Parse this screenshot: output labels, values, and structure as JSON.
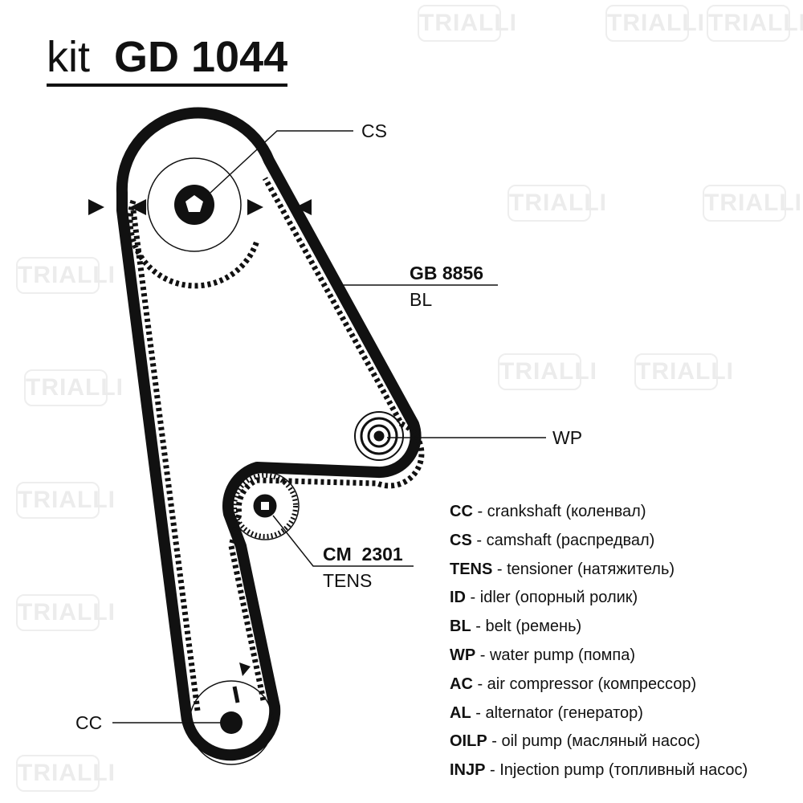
{
  "title": {
    "prefix": "kit",
    "code": "GD 1044"
  },
  "watermark": "TRIALLI",
  "labels": {
    "cs": "CS",
    "wp": "WP",
    "cc": "CC",
    "belt_code": "GB 8856",
    "belt_type": "BL",
    "tens_code": "CM  2301",
    "tens_type": "TENS"
  },
  "legend": [
    {
      "abbr": "CC",
      "text": " - crankshaft (коленвал)"
    },
    {
      "abbr": "CS",
      "text": " - camshaft (распредвал)"
    },
    {
      "abbr": "TENS",
      "text": " - tensioner (натяжитель)"
    },
    {
      "abbr": "ID",
      "text": " - idler (опорный ролик)"
    },
    {
      "abbr": "BL",
      "text": " - belt (ремень)"
    },
    {
      "abbr": "WP",
      "text": " - water pump (помпа)"
    },
    {
      "abbr": "AC",
      "text": " - air compressor (компрессор)"
    },
    {
      "abbr": "AL",
      "text": " - alternator (генератор)"
    },
    {
      "abbr": "OILP",
      "text": " - oil pump (масляный насос)"
    },
    {
      "abbr": "INJP",
      "text": " - Injection pump (топливный насос)"
    }
  ]
}
